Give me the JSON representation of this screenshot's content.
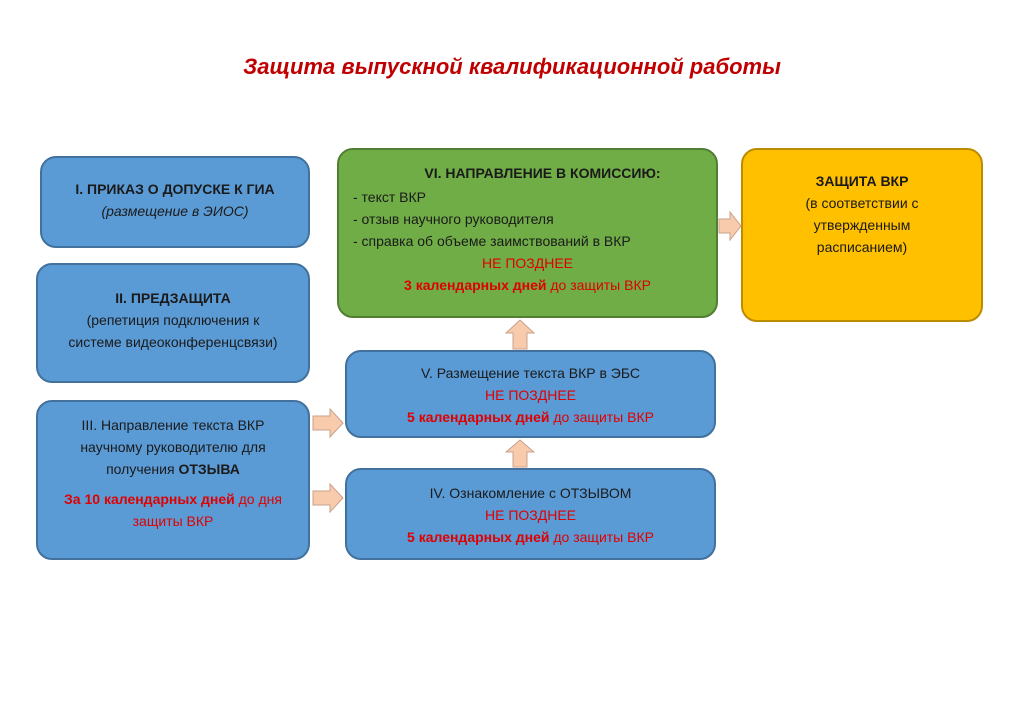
{
  "title": "Защита выпускной квалификационной работы",
  "box1": {
    "heading": "I. ПРИКАЗ О ДОПУСКЕ К ГИА",
    "note": "(размещение в ЭИОС)"
  },
  "box2": {
    "heading": "II. ПРЕДЗАЩИТА",
    "line1": "(репетиция подключения к",
    "line2": "системе видеоконференцсвязи)"
  },
  "box3": {
    "line1": "III. Направление текста ВКР",
    "line2": "научному руководителю для",
    "line3_prefix": "получения ",
    "line3_bold": "ОТЗЫВА",
    "deadline_bold": "За 10 календарных дней",
    "deadline_rest": " до дня",
    "deadline_line2": "защиты ВКР"
  },
  "box4": {
    "heading": "IV. Ознакомление с ОТЗЫВОМ",
    "not_later": "НЕ ПОЗДНЕЕ",
    "days_bold": "5 календарных дней",
    "days_rest": " до защиты ВКР"
  },
  "box5": {
    "heading": "V. Размещение текста ВКР в ЭБС",
    "not_later": "НЕ ПОЗДНЕЕ",
    "days_bold": "5 календарных дней",
    "days_rest": " до защиты ВКР"
  },
  "box6": {
    "heading": "VI. НАПРАВЛЕНИЕ В КОМИССИЮ:",
    "items": [
      "- текст ВКР",
      "- отзыв научного руководителя",
      "- справка об объеме заимствований в ВКР"
    ],
    "not_later": "НЕ ПОЗДНЕЕ",
    "days_bold": "3 календарных дней",
    "days_rest": " до защиты ВКР"
  },
  "box7": {
    "heading": "ЗАЩИТА ВКР",
    "line1": "(в соответствии с",
    "line2": "утвержденным",
    "line3": "расписанием)"
  },
  "colors": {
    "blue": "#5b9bd5",
    "green": "#70ad47",
    "yellow": "#ffc000",
    "arrow": "#f8cbad",
    "red": "#e00000",
    "title": "#c00000"
  }
}
